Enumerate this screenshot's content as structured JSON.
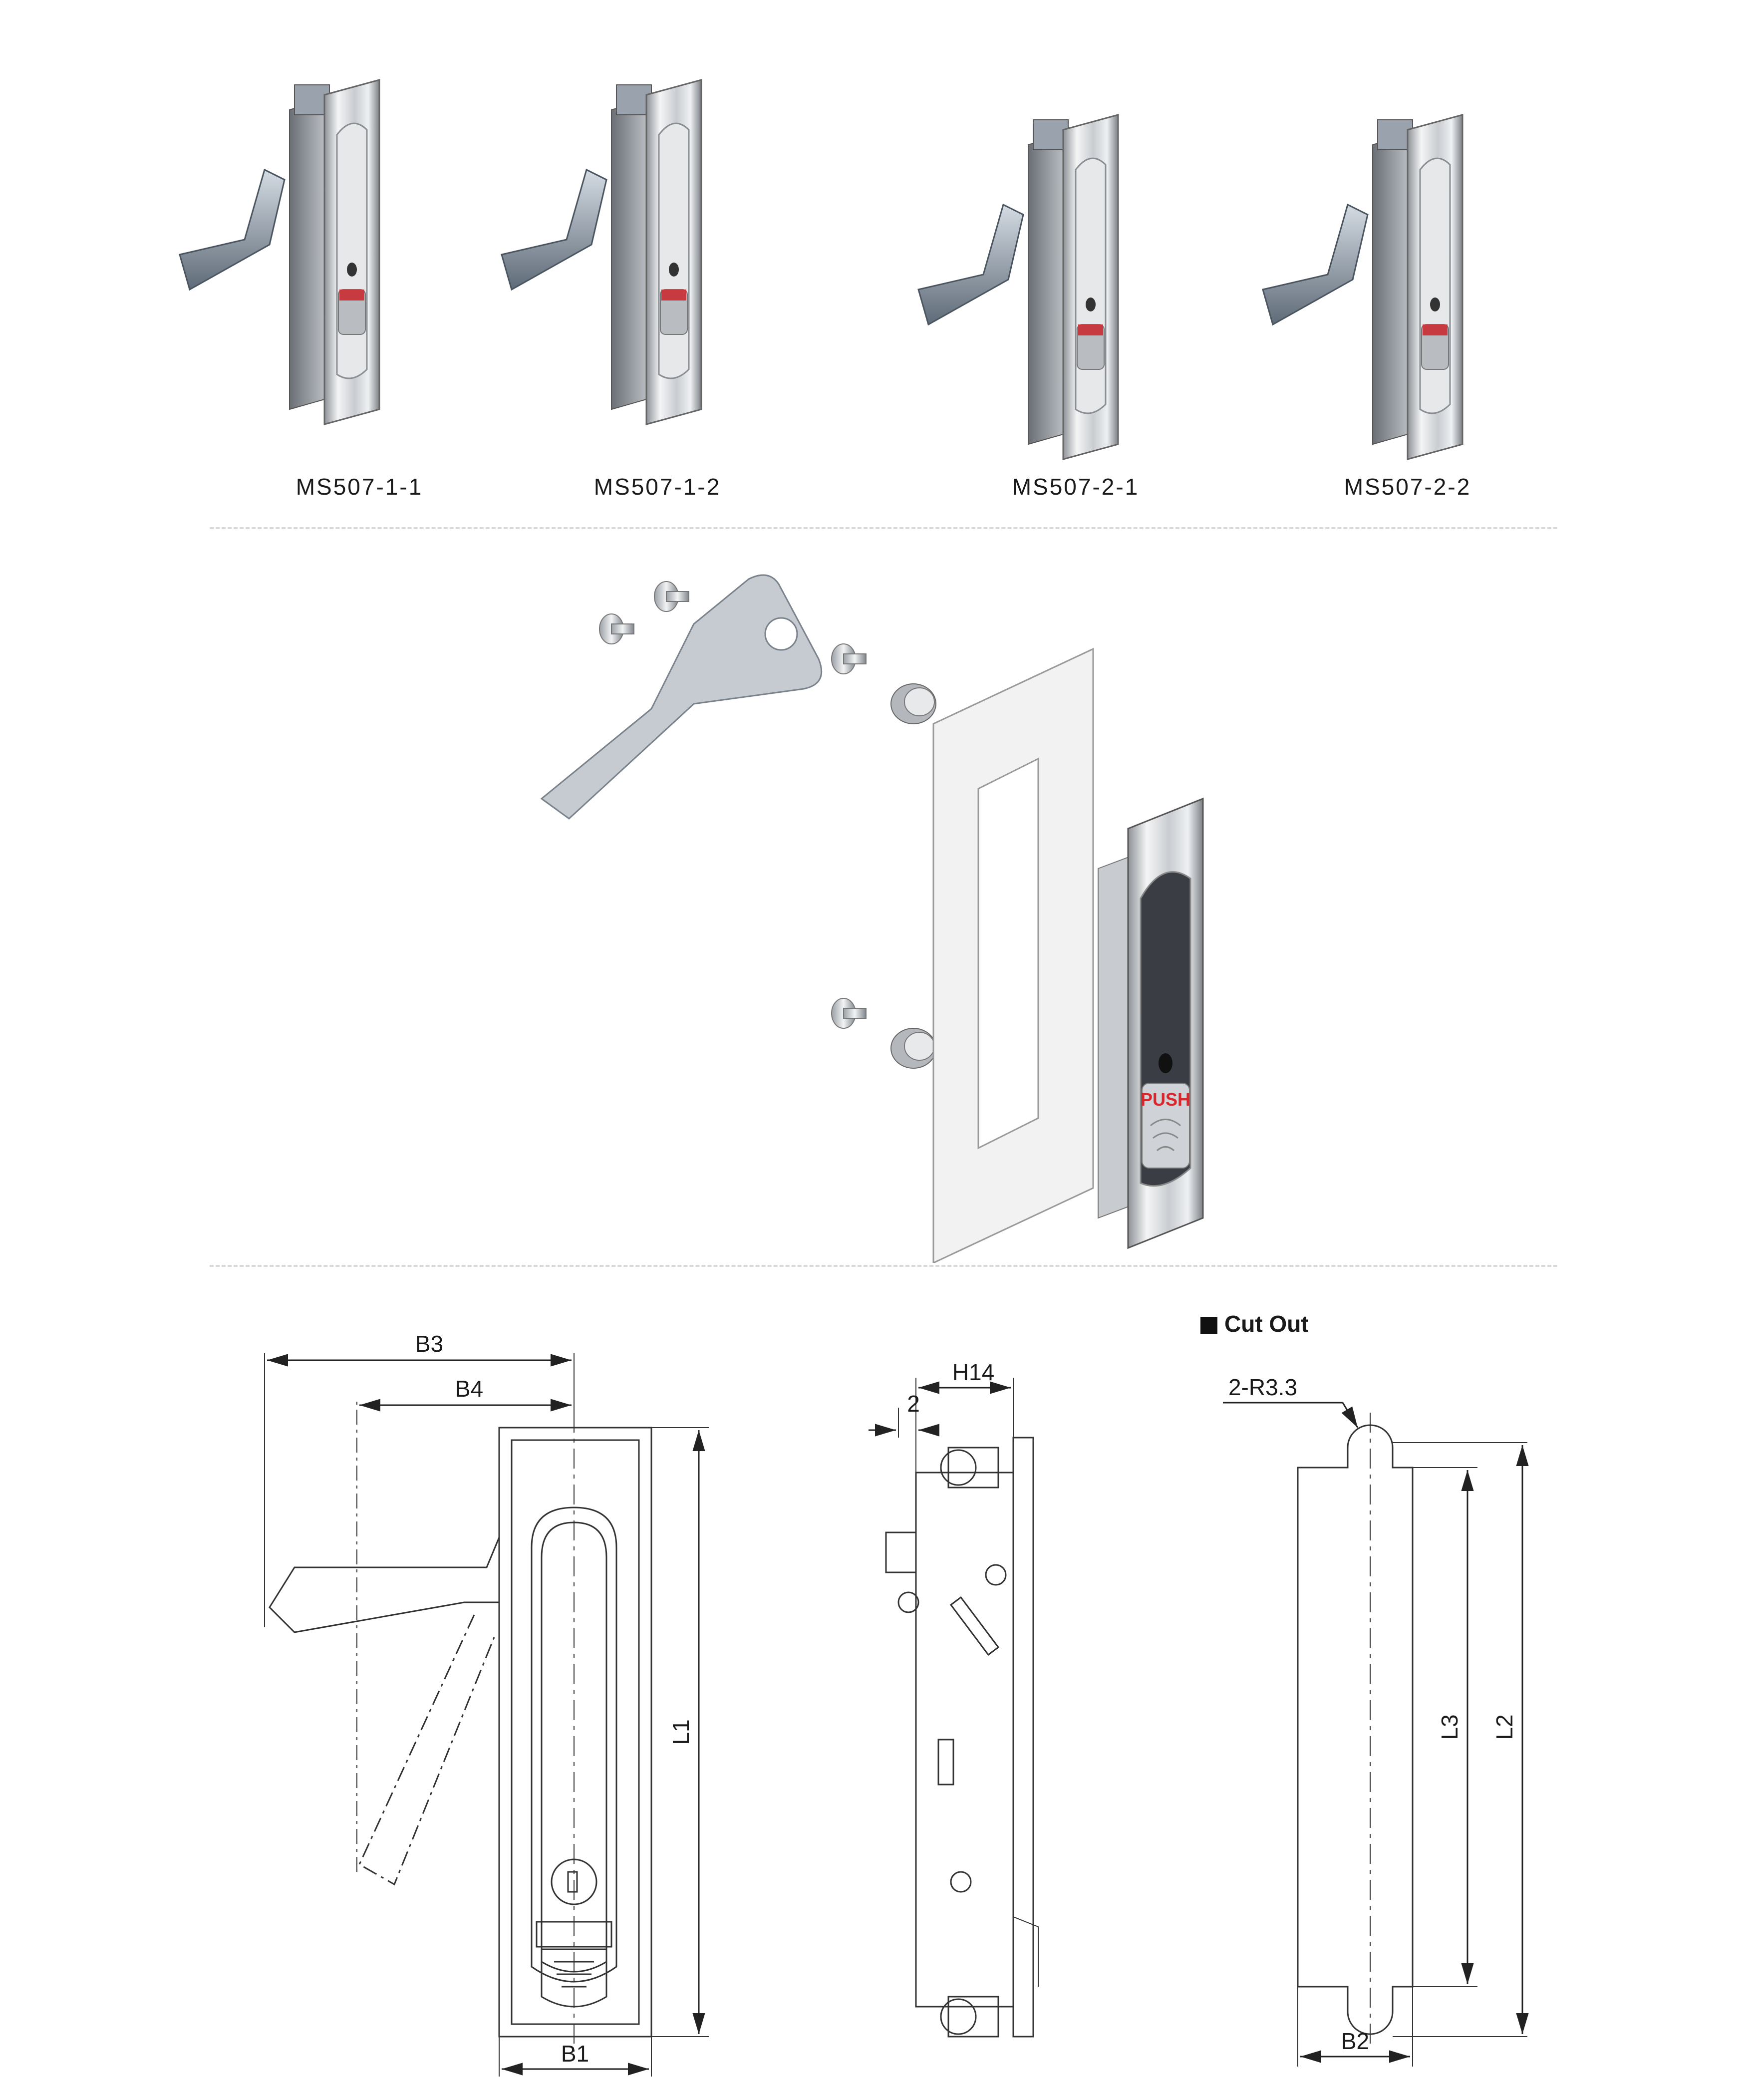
{
  "products": [
    {
      "model": "MS507-1-1"
    },
    {
      "model": "MS507-1-2"
    },
    {
      "model": "MS507-2-1"
    },
    {
      "model": "MS507-2-2"
    }
  ],
  "push_text": "PUSH",
  "cutout": {
    "title": "Cut Out"
  },
  "dimensions": {
    "b3": "B3",
    "b4": "B4",
    "b1": "B1",
    "l1": "L1",
    "h14": "H14",
    "two": "2",
    "radius": "2-R3.3",
    "l3": "L3",
    "l2": "L2",
    "b2": "B2"
  },
  "colors": {
    "push_red": "#d9262c",
    "line": "#333333"
  }
}
